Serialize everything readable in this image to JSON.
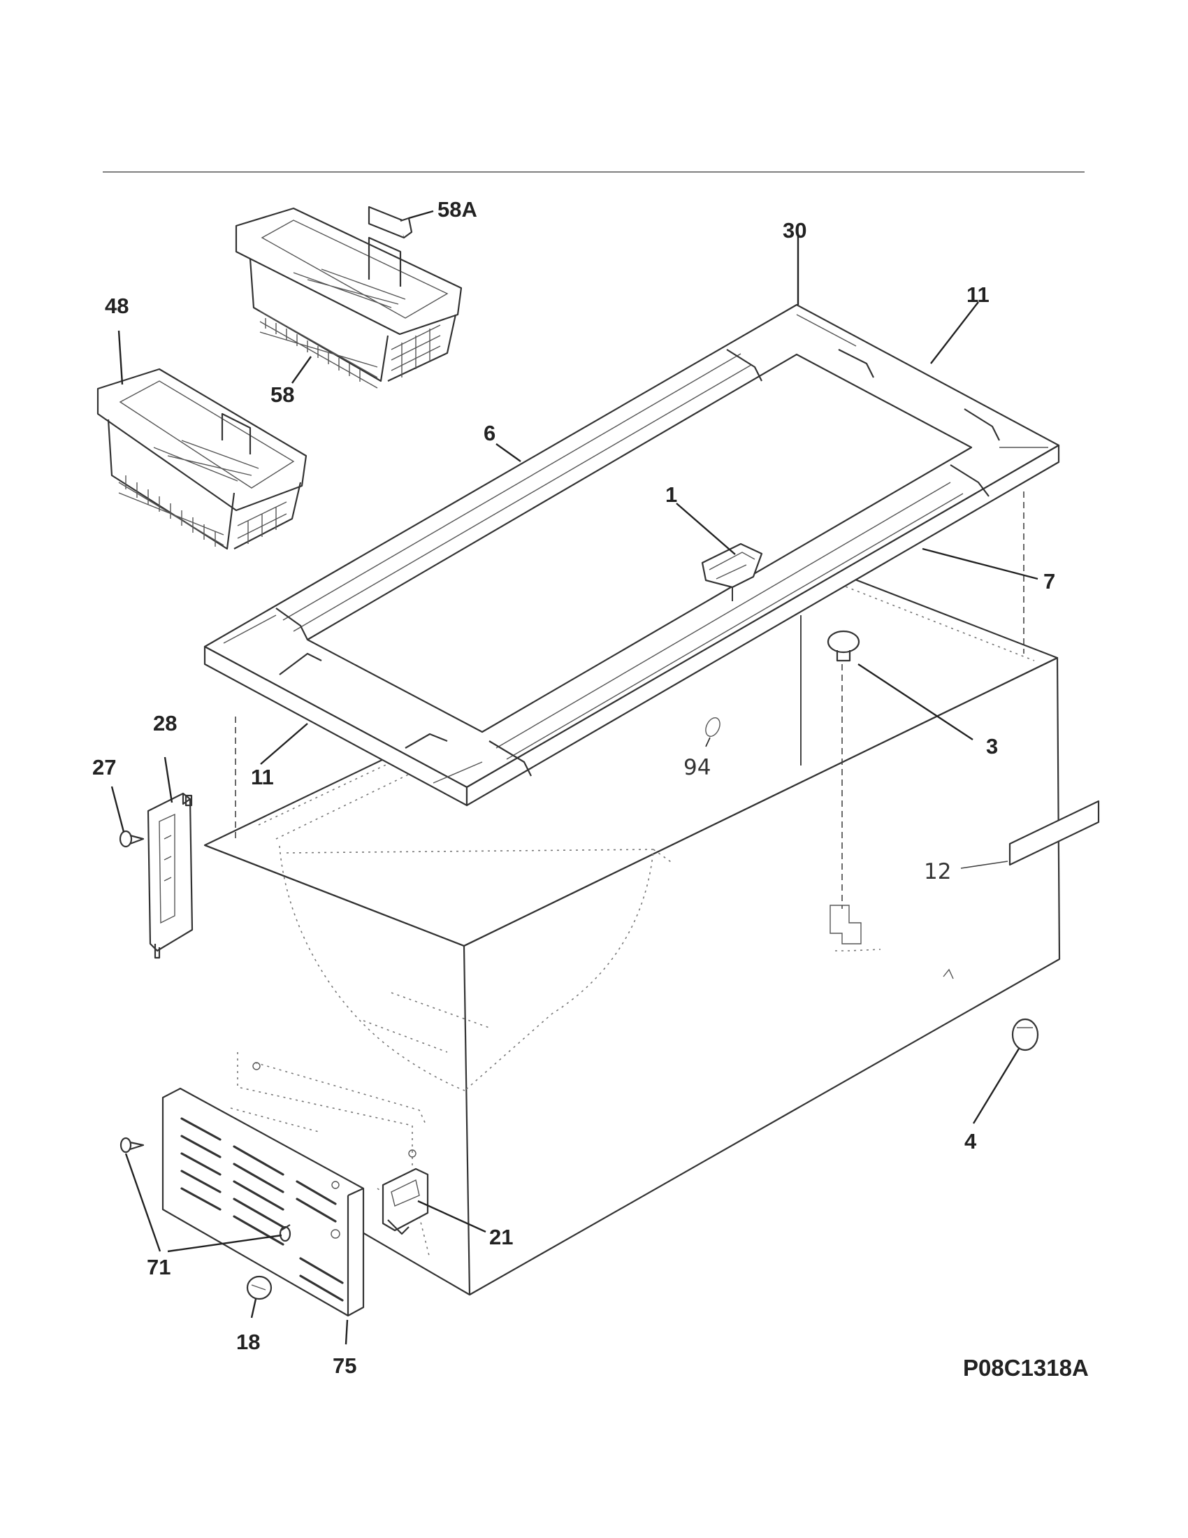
{
  "diagram": {
    "drawing_code": "P08C1318A",
    "callouts": [
      {
        "id": "58A",
        "text": "58A"
      },
      {
        "id": "30",
        "text": "30"
      },
      {
        "id": "11-top",
        "text": "11"
      },
      {
        "id": "48",
        "text": "48"
      },
      {
        "id": "58",
        "text": "58"
      },
      {
        "id": "6",
        "text": "6"
      },
      {
        "id": "1",
        "text": "1"
      },
      {
        "id": "7",
        "text": "7"
      },
      {
        "id": "3",
        "text": "3"
      },
      {
        "id": "28",
        "text": "28"
      },
      {
        "id": "27",
        "text": "27"
      },
      {
        "id": "11-bottom",
        "text": "11"
      },
      {
        "id": "94",
        "text": "94"
      },
      {
        "id": "12",
        "text": "12"
      },
      {
        "id": "4",
        "text": "4"
      },
      {
        "id": "21",
        "text": "21"
      },
      {
        "id": "71",
        "text": "71"
      },
      {
        "id": "18",
        "text": "18"
      },
      {
        "id": "75",
        "text": "75"
      }
    ]
  }
}
